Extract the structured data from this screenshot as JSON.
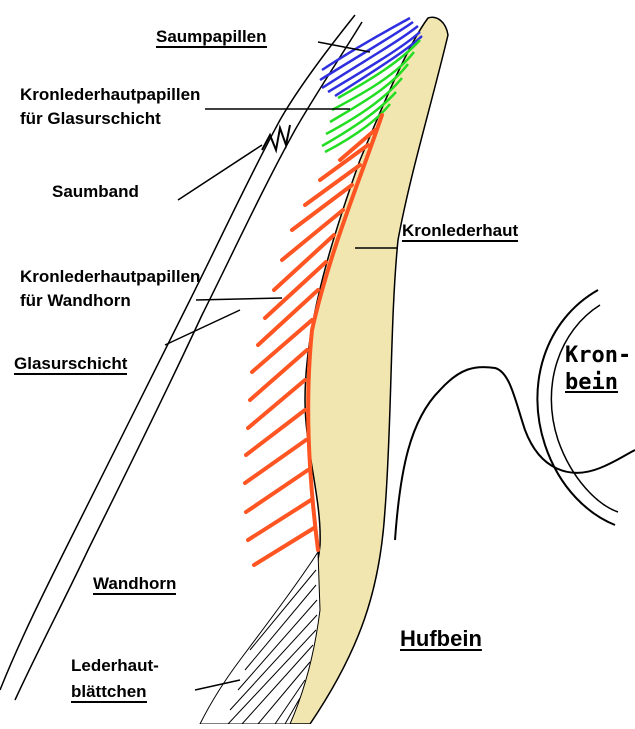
{
  "labels": {
    "saumpapillen": "Saumpapillen",
    "kronlederhautpapillen_glasur_1": "Kronlederhautpapillen",
    "kronlederhautpapillen_glasur_2": "für Glasurschicht",
    "saumband": "Saumband",
    "kronlederhaut": "Kronlederhaut",
    "kronlederhautpapillen_wand_1": "Kronlederhautpapillen",
    "kronlederhautpapillen_wand_2": "für Wandhorn",
    "glasurschicht": "Glasurschicht",
    "kronbein_1": "Kron-",
    "kronbein_2": "bein",
    "wandhorn": "Wandhorn",
    "hufbein": "Hufbein",
    "lederhautblaettchen_1": "Lederhaut-",
    "lederhautblaettchen_2": "blättchen"
  },
  "colors": {
    "saumpapillen": "#2f2fe0",
    "glasur_papillen": "#22dd22",
    "wand_papillen": "#ff5522",
    "kronlederhaut_fill": "#f2e6b0",
    "lines": "#000000"
  }
}
